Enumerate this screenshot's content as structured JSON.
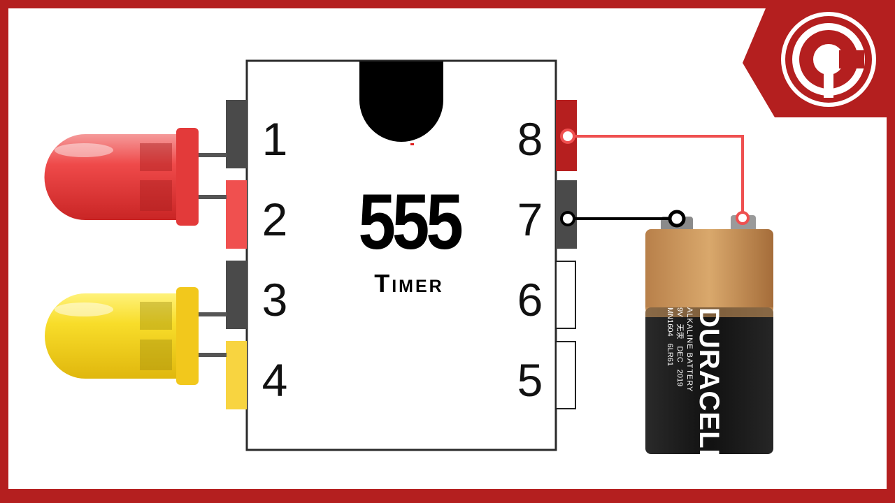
{
  "chip": {
    "title": "555",
    "subtitle": "Timer"
  },
  "pins": {
    "left": [
      "1",
      "2",
      "3",
      "4"
    ],
    "right": [
      "8",
      "7",
      "6",
      "5"
    ]
  },
  "battery": {
    "brand": "DURACELL",
    "kind": "ALKALINE BATTERY",
    "voltage": "9V",
    "chars": "无汞",
    "month": "DEC",
    "year": "2019",
    "code1": "MN1604",
    "code2": "6LR61"
  },
  "colors": {
    "frame": "#b41f1f",
    "pin_dark": "#4a4a4a",
    "pin_red": "#f0504f",
    "pin_dark_red": "#b61f1f",
    "pin_yellow": "#f8d440",
    "led_red": "#ef3a3a",
    "led_yellow": "#f7d416",
    "wire_red": "#ef5050",
    "wire_black": "#000000",
    "battery_copper": "#c9955a",
    "battery_black": "#1b1b1b"
  },
  "icons": {
    "logo": "c-circle-logo-icon"
  }
}
